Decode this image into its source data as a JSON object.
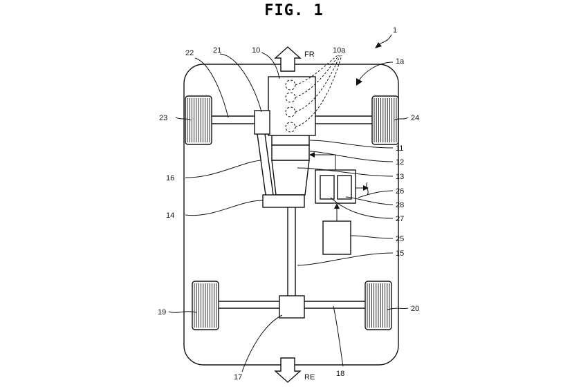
{
  "figure": {
    "title": "FIG. 1",
    "directions": {
      "front": "FR",
      "rear": "RE"
    },
    "labels": {
      "vehicle": "1",
      "body": "1a",
      "engine": "10",
      "cylinders": "10a",
      "part_11": "11",
      "part_12": "12",
      "part_13": "13",
      "part_14": "14",
      "part_15": "15",
      "part_16": "16",
      "part_17": "17",
      "part_18": "18",
      "wheel_19": "19",
      "wheel_20": "20",
      "part_21": "21",
      "part_22": "22",
      "wheel_23": "23",
      "wheel_24": "24",
      "part_25": "25",
      "part_26": "26",
      "part_27": "27",
      "part_28": "28"
    }
  }
}
